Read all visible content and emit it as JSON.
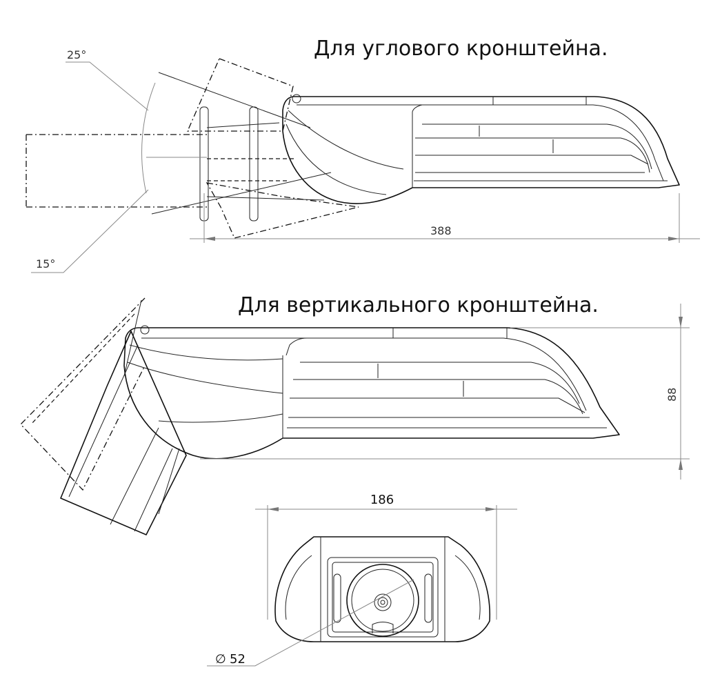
{
  "captions": {
    "angular_bracket": "Для углового кронштейна.",
    "vertical_bracket": "Для вертикального кронштейна."
  },
  "dimensions": {
    "angle_up": "25°",
    "angle_down": "15°",
    "length": "388",
    "height": "88",
    "width": "186",
    "diameter": "52",
    "diameter_symbol": "∅"
  }
}
